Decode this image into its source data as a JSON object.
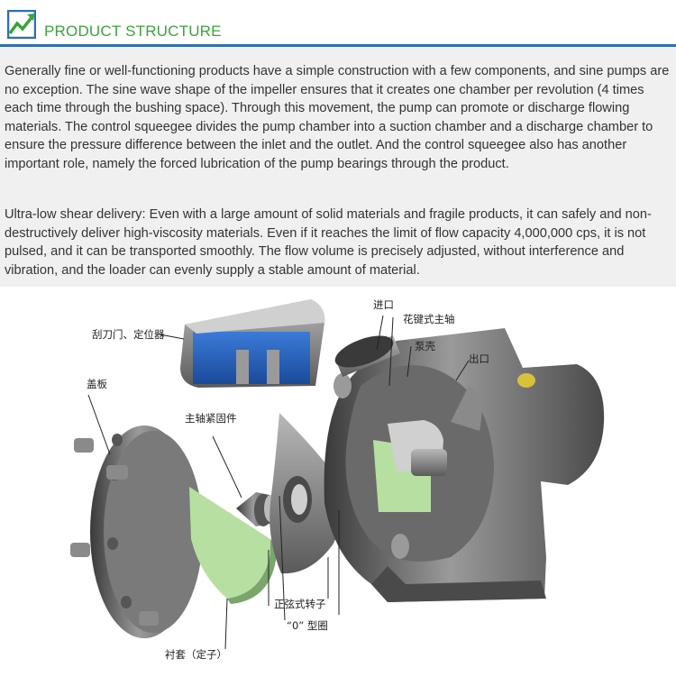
{
  "header": {
    "title": "PRODUCT STRUCTURE",
    "accent_color": "#3aa33a",
    "rule_color": "#2f6fb0",
    "logo_icon": "chart-logo-icon"
  },
  "paragraphs": [
    "Generally fine or well-functioning products have a simple construction with a few components, and sine pumps are no exception. The sine wave shape of the impeller ensures that it creates one chamber per revolution (4 times each time through the bushing space). Through this movement, the pump can promote or discharge flowing materials. The control squeegee divides the pump chamber into a suction chamber and a discharge chamber to ensure the pressure difference between the inlet and the outlet. And the control squeegee also has another important role, namely the forced lubrication of the pump bearings through the product.",
    "Ultra-low shear delivery: Even with a large amount of solid materials and fragile products, it can safely and non-destructively deliver high-viscosity materials. Even if it reaches the limit of flow capacity 4,000,000 cps, it is not pulsed, and it can be transported smoothly. The flow volume is precisely adjusted, without interference and vibration, and the loader can evenly supply a stable amount of material."
  ],
  "diagram_labels": {
    "scraper_gate": "刮刀门、定位器",
    "cover_plate": "盖板",
    "shaft_fastener": "主轴紧固件",
    "inlet": "进口",
    "spline_shaft": "花键式主轴",
    "pump_housing": "泵壳",
    "outlet": "出口",
    "sine_rotor": "正弦式转子",
    "o_ring": "“0” 型圈",
    "liner": "衬套（定子）"
  }
}
